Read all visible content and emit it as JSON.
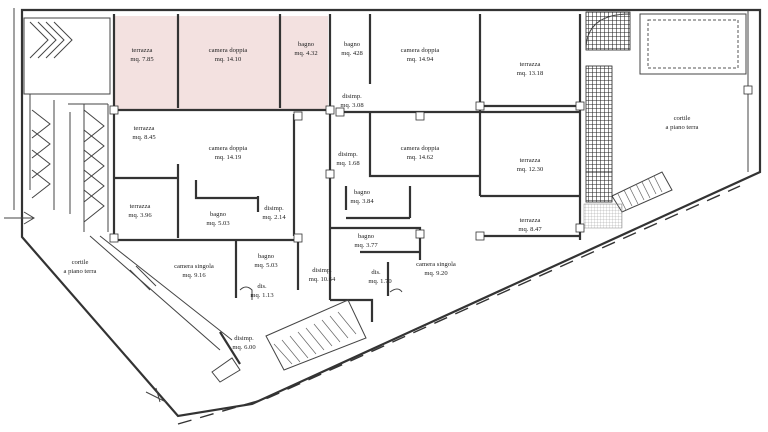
{
  "rooms": {
    "terrazza_785": {
      "name": "terrazza",
      "area": "mq. 7.85"
    },
    "camera_1410": {
      "name": "camera doppia",
      "area": "mq. 14.10"
    },
    "bagno_432": {
      "name": "bagno",
      "area": "mq. 4.32"
    },
    "bagno_428": {
      "name": "bagno",
      "area": "mq. 428"
    },
    "camera_1494": {
      "name": "camera doppia",
      "area": "mq. 14.94"
    },
    "terrazza_1318": {
      "name": "terrazza",
      "area": "mq. 13.18"
    },
    "disimp_308": {
      "name": "disimp.",
      "area": "mq. 3.08"
    },
    "terrazza_845": {
      "name": "terrazza",
      "area": "mq. 8.45"
    },
    "camera_1419": {
      "name": "camera doppia",
      "area": "mq. 14.19"
    },
    "disimp_168": {
      "name": "disimp.",
      "area": "mq. 1.68"
    },
    "camera_1462": {
      "name": "camera doppia",
      "area": "mq. 14.62"
    },
    "terrazza_1230": {
      "name": "terrazza",
      "area": "mq. 12.30"
    },
    "bagno_384": {
      "name": "bagno",
      "area": "mq. 3.84"
    },
    "terrazza_396": {
      "name": "terrazza",
      "area": "mq. 3.96"
    },
    "bagno_503a": {
      "name": "bagno",
      "area": "mq. 5.03"
    },
    "disimp_214": {
      "name": "disimp.",
      "area": "mq. 2.14"
    },
    "terrazza_847": {
      "name": "terrazza",
      "area": "mq. 8.47"
    },
    "bagno_377": {
      "name": "bagno",
      "area": "mq. 3.77"
    },
    "bagno_503b": {
      "name": "bagno",
      "area": "mq. 5.03"
    },
    "camera_916": {
      "name": "camera singola",
      "area": "mq. 9.16"
    },
    "disimp_1064": {
      "name": "disimp.",
      "area": "mq. 10.64"
    },
    "dis_170": {
      "name": "dis.",
      "area": "mq. 1.70"
    },
    "camera_920": {
      "name": "camera singola",
      "area": "mq. 9.20"
    },
    "dis_113": {
      "name": "dis.",
      "area": "mq. 1.13"
    },
    "disimp_600": {
      "name": "disimp.",
      "area": "mq. 6.00"
    },
    "cortile_left": {
      "name": "cortile",
      "area": "a piano terra"
    },
    "cortile_right": {
      "name": "cortile",
      "area": "a piano terra"
    }
  },
  "colors": {
    "highlight": "#f3e1e0",
    "wall": "#333333",
    "background": "#ffffff"
  }
}
